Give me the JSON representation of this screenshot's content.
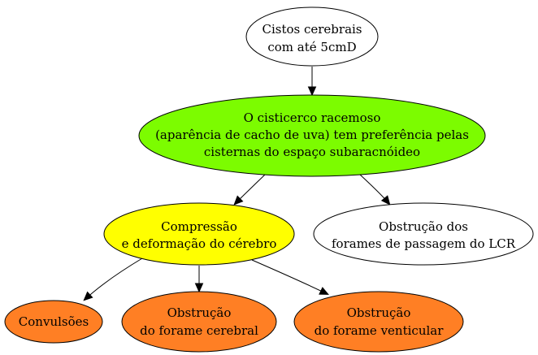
{
  "colors": {
    "white": "#ffffff",
    "green": "#7cfc00",
    "yellow": "#ffff00",
    "orange": "#ff7f24",
    "stroke": "#000000"
  },
  "nodes": {
    "cistos": {
      "line1": "Cistos cerebrais",
      "line2": "com até 5cmD",
      "fill": "white"
    },
    "cisticerco": {
      "line1": "O cisticerco racemoso",
      "line2": "(aparência de cacho de uva) tem preferência pelas",
      "line3": "cisternas do espaço subaracnóideo",
      "fill": "green"
    },
    "compressao": {
      "line1": "Compressão",
      "line2": "e deformação do cérebro",
      "fill": "yellow"
    },
    "obstrucao_forames": {
      "line1": "Obstrução dos",
      "line2": "forames de passagem do LCR",
      "fill": "white"
    },
    "convulsoes": {
      "line1": "Convulsões",
      "fill": "orange"
    },
    "obstrucao_cerebral": {
      "line1": "Obstrução",
      "line2": "do forame cerebral",
      "fill": "orange"
    },
    "obstrucao_venticular": {
      "line1": "Obstrução",
      "line2": "do forame venticular",
      "fill": "orange"
    }
  },
  "edges": [
    {
      "from": "cistos",
      "to": "cisticerco"
    },
    {
      "from": "cisticerco",
      "to": "compressao"
    },
    {
      "from": "cisticerco",
      "to": "obstrucao_forames"
    },
    {
      "from": "compressao",
      "to": "convulsoes"
    },
    {
      "from": "compressao",
      "to": "obstrucao_cerebral"
    },
    {
      "from": "compressao",
      "to": "obstrucao_venticular"
    }
  ]
}
